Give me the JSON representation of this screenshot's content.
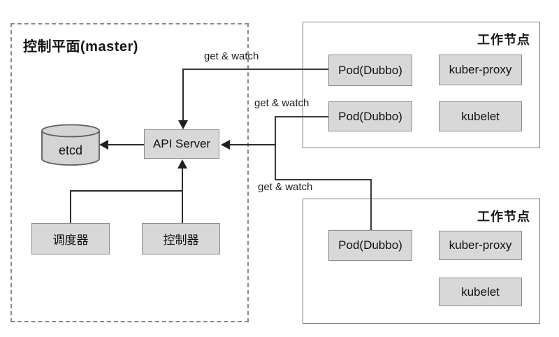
{
  "diagram": {
    "control_plane": {
      "title": "控制平面(master)",
      "etcd": "etcd",
      "api_server": "API Server",
      "scheduler": "调度器",
      "controller": "控制器"
    },
    "worker_node_top": {
      "title": "工作节点",
      "pod_1": "Pod(Dubbo)",
      "kube_proxy": "kuber-proxy",
      "pod_2": "Pod(Dubbo)",
      "kubelet": "kubelet"
    },
    "worker_node_bottom": {
      "title": "工作节点",
      "pod_1": "Pod(Dubbo)",
      "kube_proxy": "kuber-proxy",
      "kubelet": "kubelet"
    },
    "edge_labels": {
      "top": "get & watch",
      "middle": "get & watch",
      "bottom": "get & watch"
    },
    "colors": {
      "box_fill": "#d8d8d8",
      "box_border": "#8c8c8c",
      "line": "#2b2b2b",
      "background": "#ffffff"
    }
  }
}
